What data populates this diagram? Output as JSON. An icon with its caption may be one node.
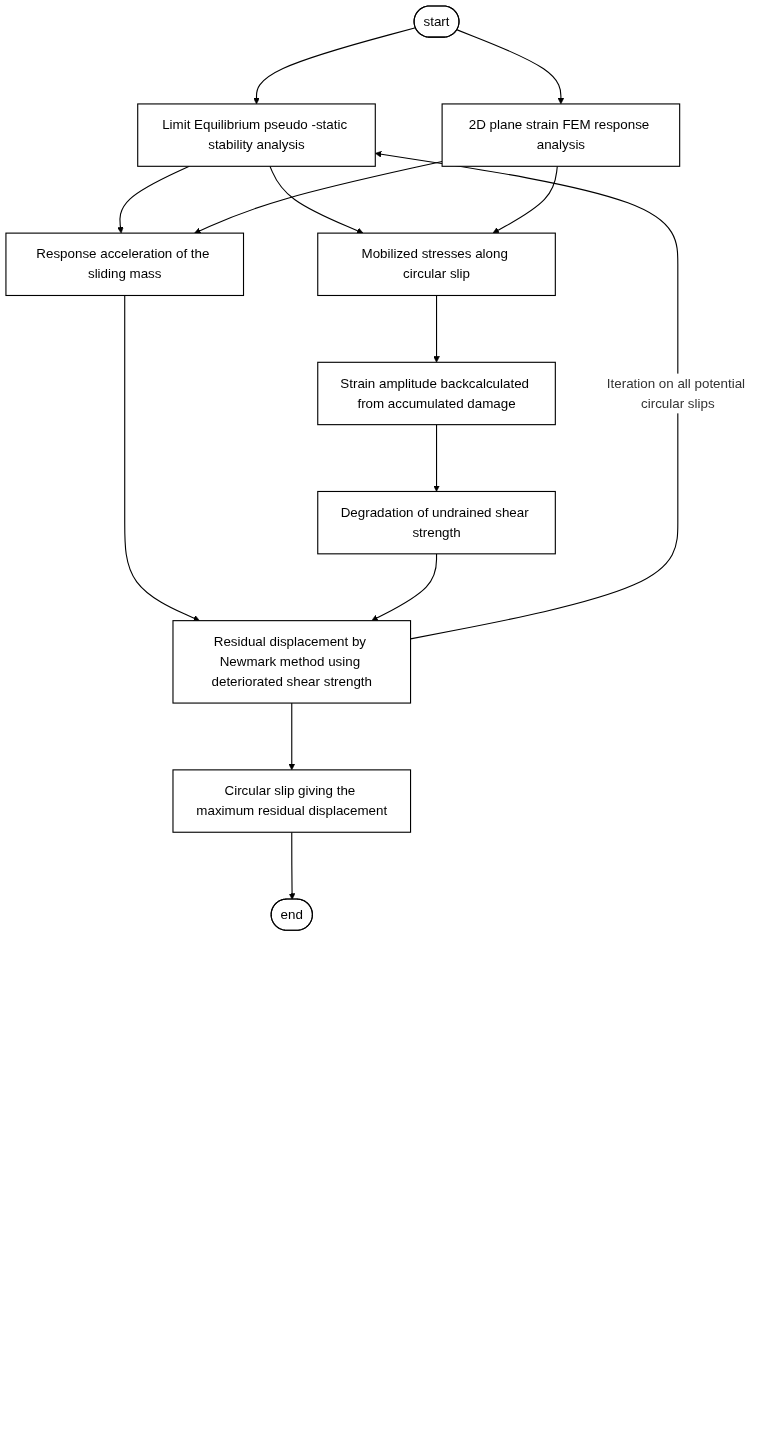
{
  "diagram": {
    "nodes": [
      {
        "text": [
          "start"
        ]
      },
      {
        "text": [
          "Limit Equilibrium pseudo -static stability analysis"
        ]
      },
      {
        "text": [
          "2D plane strain FEM response analysis"
        ]
      },
      {
        "text": [
          "Response acceleration of the sliding mass"
        ]
      },
      {
        "text": [
          "Mobilized stresses along circular slip"
        ]
      },
      {
        "text": [
          "Strain amplitude backcalculated from accumulated damage"
        ]
      },
      {
        "text": [
          "Degradation of undrained shear strength"
        ]
      },
      {
        "text": [
          "Residual displacement by Newmark method using deteriorated shear strength"
        ]
      },
      {
        "text": [
          "Circular slip giving the maximum residual displacement"
        ]
      },
      {
        "text": [
          "end"
        ]
      }
    ],
    "edges": [
      {
        "from": 0,
        "to": 1,
        "arrow": "to"
      },
      {
        "from": 0,
        "to": 2,
        "arrow": "to"
      },
      {
        "from": 1,
        "to": 3,
        "arrow": "to"
      },
      {
        "from": 1,
        "to": 4,
        "arrow": "to"
      },
      {
        "from": 2,
        "to": 3,
        "arrow": "to"
      },
      {
        "from": 2,
        "to": 4,
        "arrow": "to"
      },
      {
        "from": 4,
        "to": 5,
        "arrow": "to"
      },
      {
        "from": 5,
        "to": 6,
        "arrow": "to"
      },
      {
        "from": 3,
        "to": 7,
        "arrow": "to"
      },
      {
        "from": 6,
        "to": 7,
        "arrow": "to"
      },
      {
        "from": 7,
        "to": 1,
        "arrow": "to",
        "label": "Iteration on all potential circular slips"
      },
      {
        "from": 7,
        "to": 8,
        "arrow": "to"
      },
      {
        "from": 8,
        "to": 9,
        "arrow": "to"
      }
    ]
  }
}
